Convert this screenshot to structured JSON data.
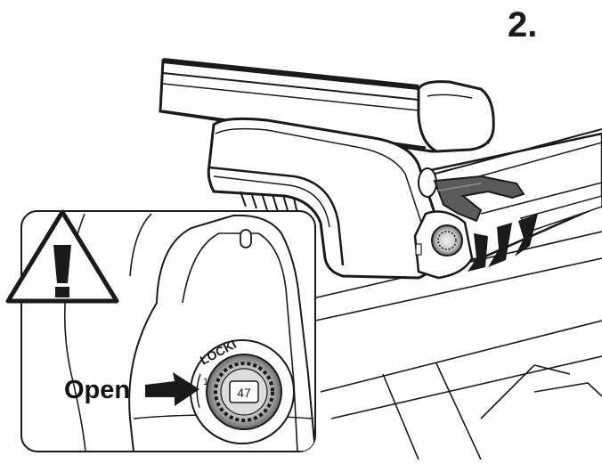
{
  "step": {
    "number": "2."
  },
  "inset": {
    "open_label": "Open",
    "lock_brand": "LOCKI",
    "key_code": "47",
    "position_mark": "1"
  }
}
